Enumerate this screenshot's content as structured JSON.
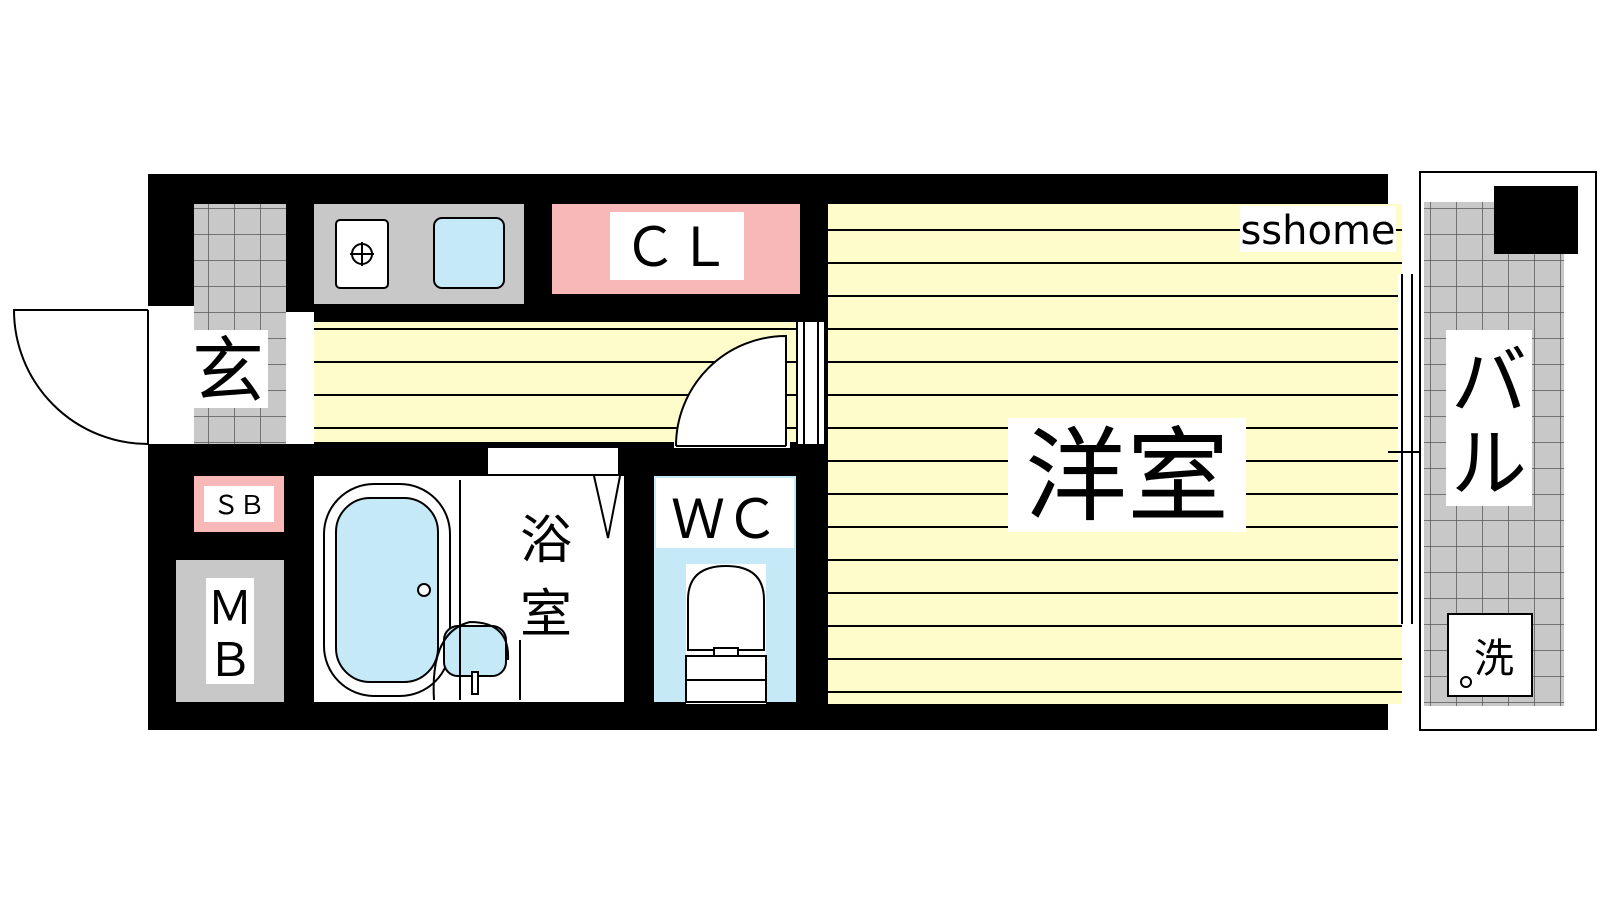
{
  "rooms": {
    "entrance": "玄",
    "closet": "ＣＬ",
    "western_room": "洋室",
    "bathroom_line1": "浴",
    "bathroom_line2": "室",
    "toilet": "ＷＣ",
    "shoe_box": "ＳＢ",
    "meter_box_line1": "Ｍ",
    "meter_box_line2": "Ｂ",
    "balcony_line1": "バ",
    "balcony_line2": "ル",
    "washer": "洗"
  },
  "watermark": "sshome",
  "colors": {
    "wall": "#000000",
    "floor_wood": "#fffccc",
    "closet": "#f8b8b8",
    "water": "#c6e9f8",
    "tile": "#c8c8c8",
    "meter": "#c8c8c8"
  }
}
